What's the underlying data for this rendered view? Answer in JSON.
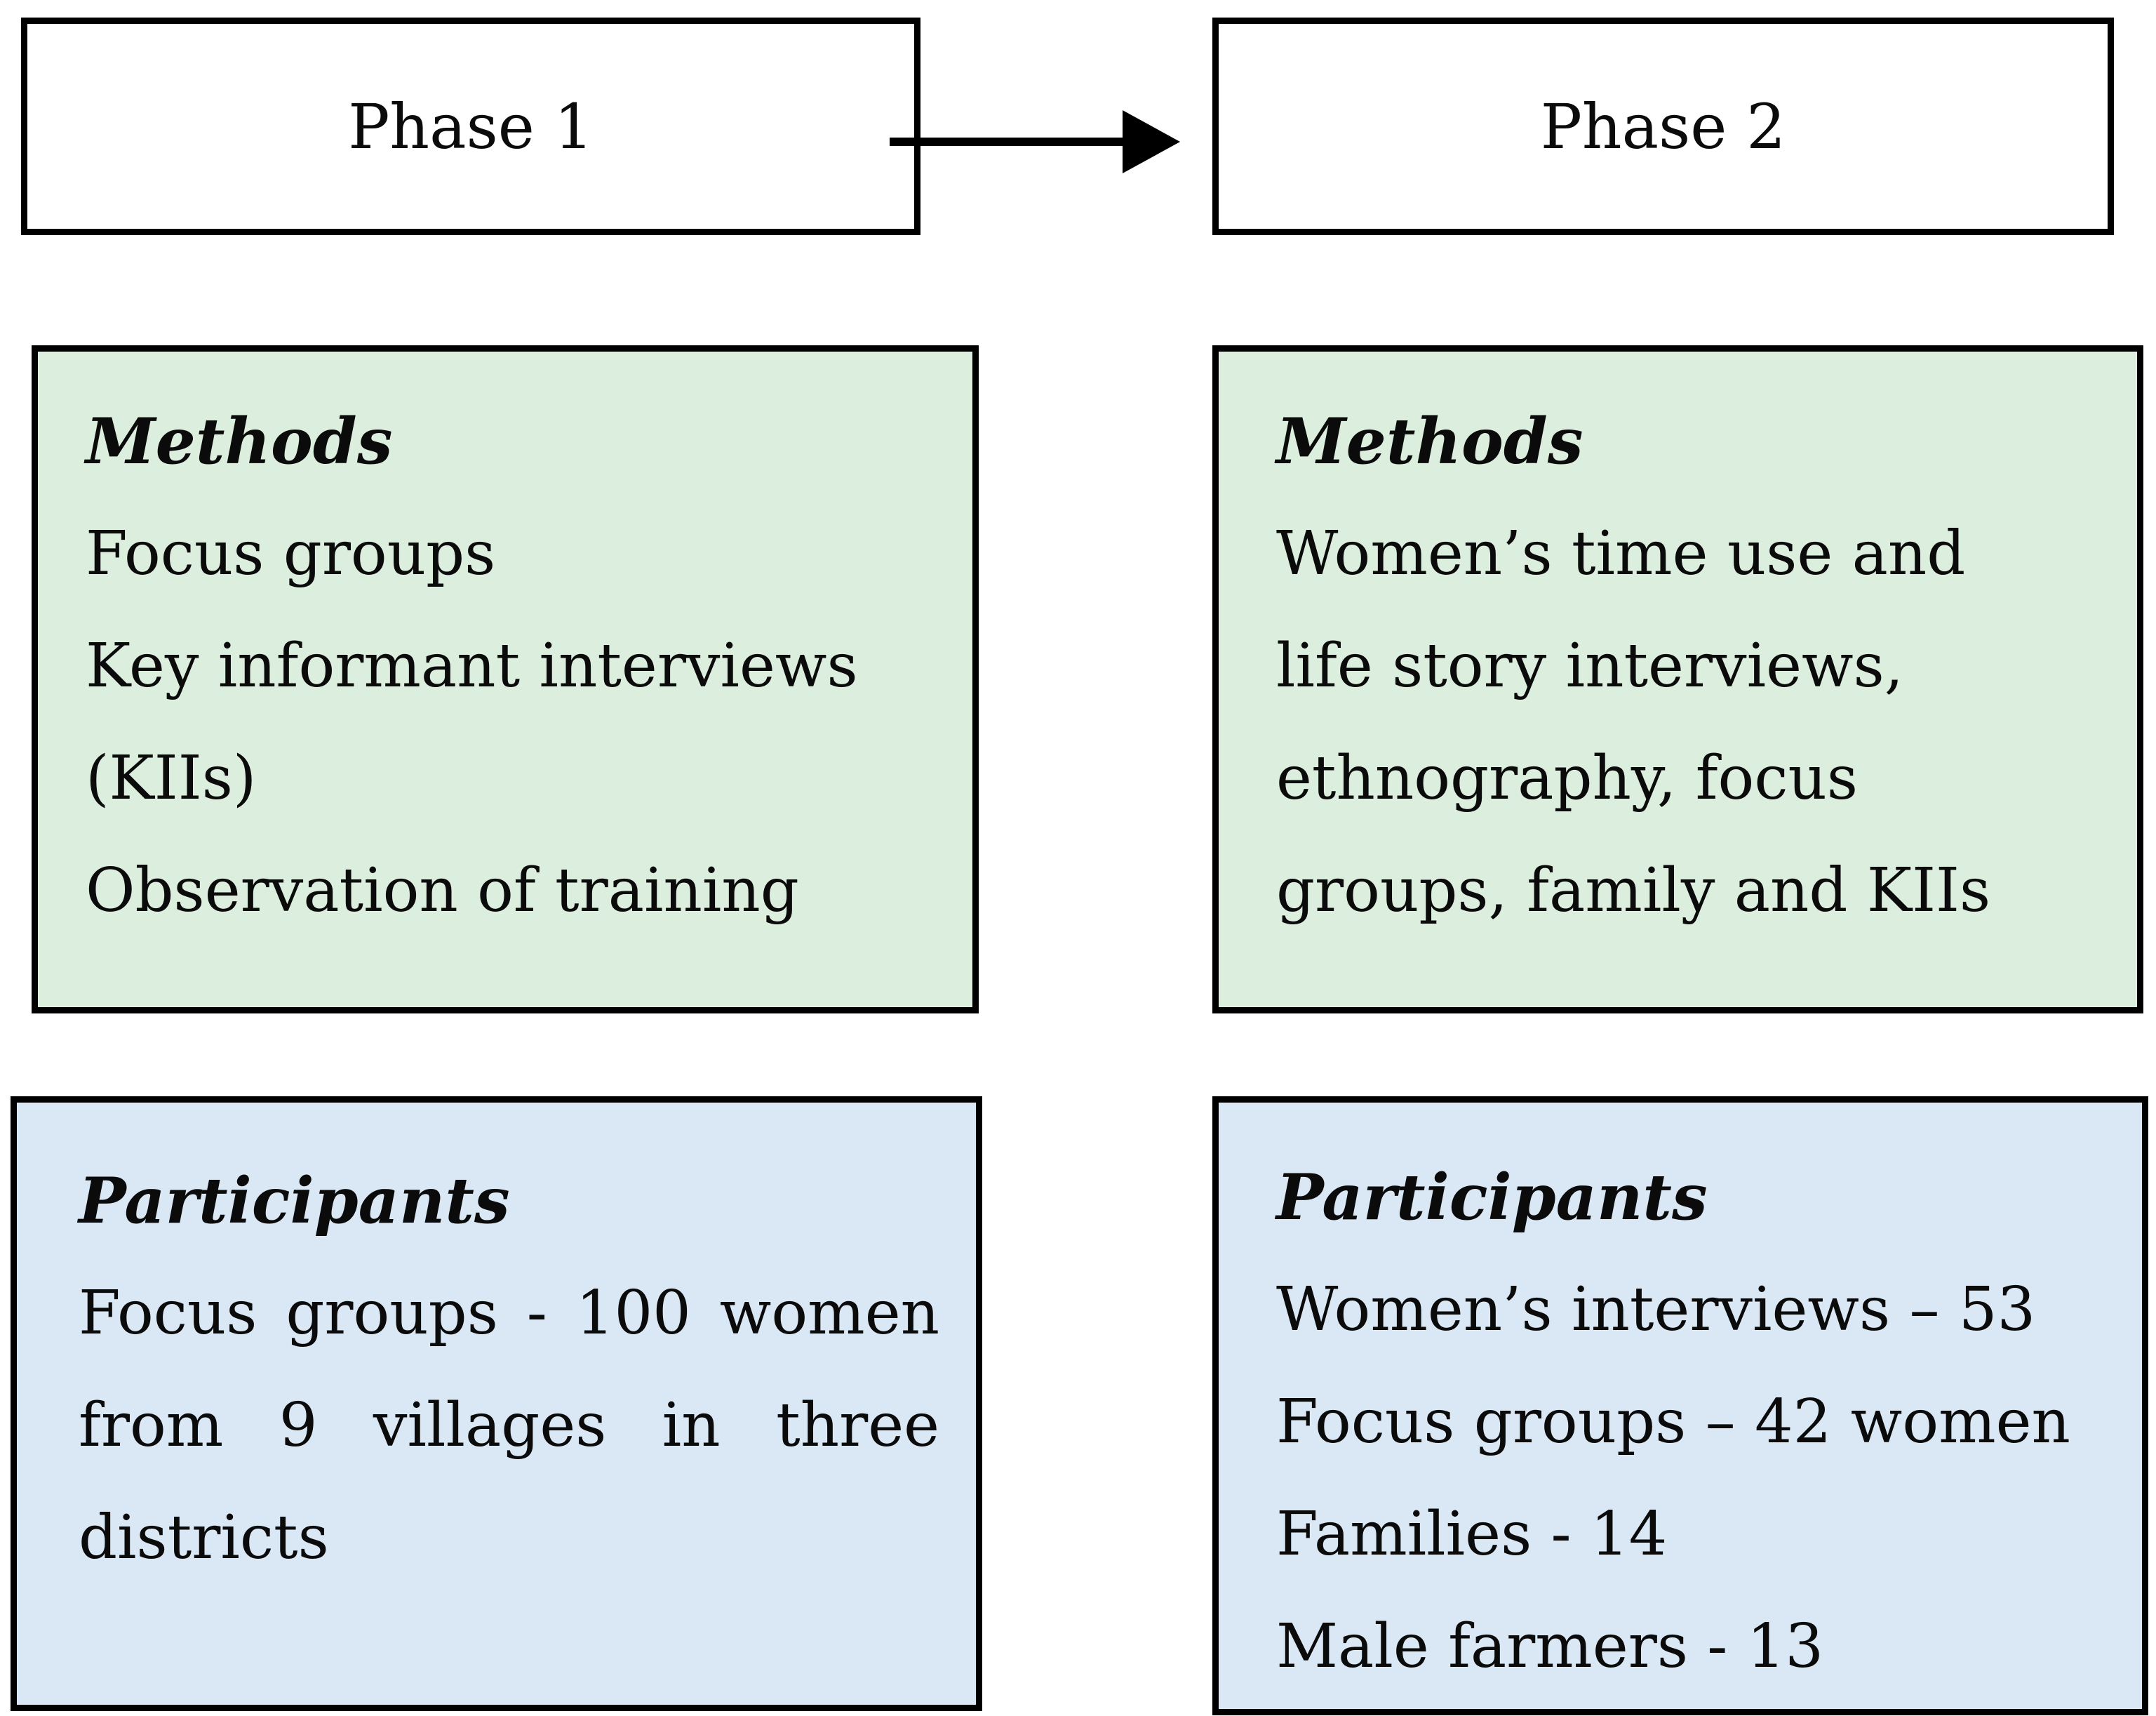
{
  "colors": {
    "methods_bg": "#dceedd",
    "participants_bg": "#dae8f5",
    "border": "#000000",
    "arrow": "#000000",
    "text": "#0b0b0b"
  },
  "phase1": {
    "label": "Phase 1"
  },
  "phase2": {
    "label": "Phase 2"
  },
  "columns": [
    {
      "methods": {
        "title": "Methods",
        "lines": [
          "Focus groups",
          "Key informant interviews",
          "(KIIs)",
          "Observation of training"
        ]
      },
      "participants": {
        "title": "Participants",
        "lines": [
          "Focus groups - 100 women",
          "from 9 villages in three",
          "districts"
        ]
      }
    },
    {
      "methods": {
        "title": "Methods",
        "lines": [
          "Women’s time use and",
          "life story interviews,",
          "ethnography, focus",
          "groups, family and KIIs"
        ]
      },
      "participants": {
        "title": "Participants",
        "lines": [
          "Women’s interviews – 53",
          "Focus groups – 42 women",
          "Families - 14",
          "Male farmers - 13"
        ]
      }
    }
  ]
}
